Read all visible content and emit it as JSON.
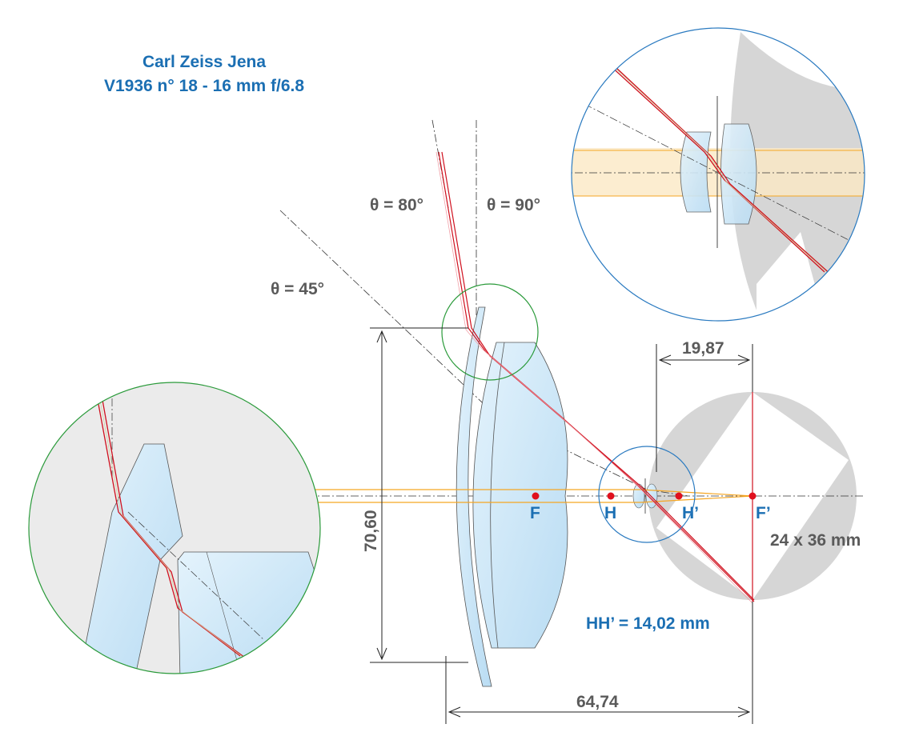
{
  "title": {
    "line1": "Carl Zeiss Jena",
    "line2": "V1936 n° 18  -  16 mm f/6.8"
  },
  "angles": {
    "a45": "θ = 45°",
    "a80": "θ = 80°",
    "a90": "θ = 90°"
  },
  "points": {
    "F": "F",
    "H": "H",
    "H_prime": "H’",
    "F_prime": "F’"
  },
  "dimensions": {
    "diameter": "70,60",
    "back_focus": "19,87",
    "length": "64,74",
    "format": "24 x 36 mm",
    "hh": "HH’ = 14,02 mm"
  },
  "colors": {
    "title_blue": "#1b6fb3",
    "label_gray": "#5a5a5a",
    "ray_red": "#d0101e",
    "ray_orange": "#f5a623",
    "glass": "#cfe8f8",
    "zoom_green": "#2a9a3a",
    "zoom_blue": "#2a7ac0",
    "focal_dot": "#e0101e",
    "field_gray": "#d6d6d6"
  }
}
